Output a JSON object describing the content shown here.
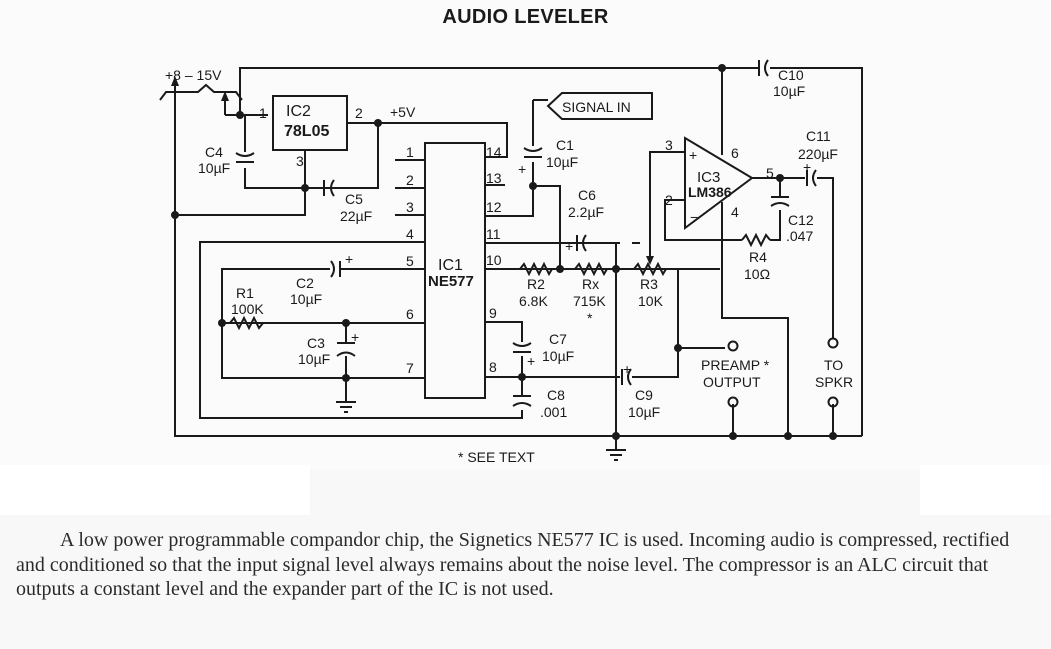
{
  "title": "AUDIO LEVELER",
  "supply": "+8 – 15V",
  "rail_5v": "+5V",
  "signal_in": "SIGNAL IN",
  "ics": {
    "ic1": {
      "ref": "IC1",
      "part": "NE577",
      "pins_left": [
        "1",
        "2",
        "3",
        "4",
        "5",
        "6",
        "7"
      ],
      "pins_right": [
        "14",
        "13",
        "12",
        "11",
        "10",
        "9",
        "8"
      ]
    },
    "ic2": {
      "ref": "IC2",
      "part": "78L05",
      "pins": [
        "1",
        "2",
        "3"
      ]
    },
    "ic3": {
      "ref": "IC3",
      "part": "LM386",
      "pins": [
        "3",
        "2",
        "6",
        "5",
        "4"
      ],
      "plus": "+",
      "minus": "−"
    }
  },
  "components": {
    "c1": {
      "ref": "C1",
      "value": "10µF"
    },
    "c2": {
      "ref": "C2",
      "value": "10µF"
    },
    "c3": {
      "ref": "C3",
      "value": "10µF"
    },
    "c4": {
      "ref": "C4",
      "value": "10µF"
    },
    "c5": {
      "ref": "C5",
      "value": "22µF"
    },
    "c6": {
      "ref": "C6",
      "value": "2.2µF"
    },
    "c7": {
      "ref": "C7",
      "value": "10µF"
    },
    "c8": {
      "ref": "C8",
      "value": ".001"
    },
    "c9": {
      "ref": "C9",
      "value": "10µF"
    },
    "c10": {
      "ref": "C10",
      "value": "10µF"
    },
    "c11": {
      "ref": "C11",
      "value": "220µF"
    },
    "c12": {
      "ref": "C12",
      "value": ".047"
    },
    "r1": {
      "ref": "R1",
      "value": "100K"
    },
    "r2": {
      "ref": "R2",
      "value": "6.8K"
    },
    "rx": {
      "ref": "Rx",
      "value": "715K",
      "note": "*"
    },
    "r3": {
      "ref": "R3",
      "value": "10K"
    },
    "r4": {
      "ref": "R4",
      "value": "10Ω"
    }
  },
  "plus_mark": "+",
  "outputs": {
    "preamp_line1": "PREAMP *",
    "preamp_line2": "OUTPUT",
    "spkr_line1": "TO",
    "spkr_line2": "SPKR"
  },
  "footnote": "* SEE TEXT",
  "description": "A low power programmable compandor chip, the Signetics NE577 IC is used. Incoming audio is compressed, rectified and conditioned so that the input signal level always remains about the noise level. The compressor is an ALC circuit that outputs a constant level and the expander part of the IC is not used."
}
